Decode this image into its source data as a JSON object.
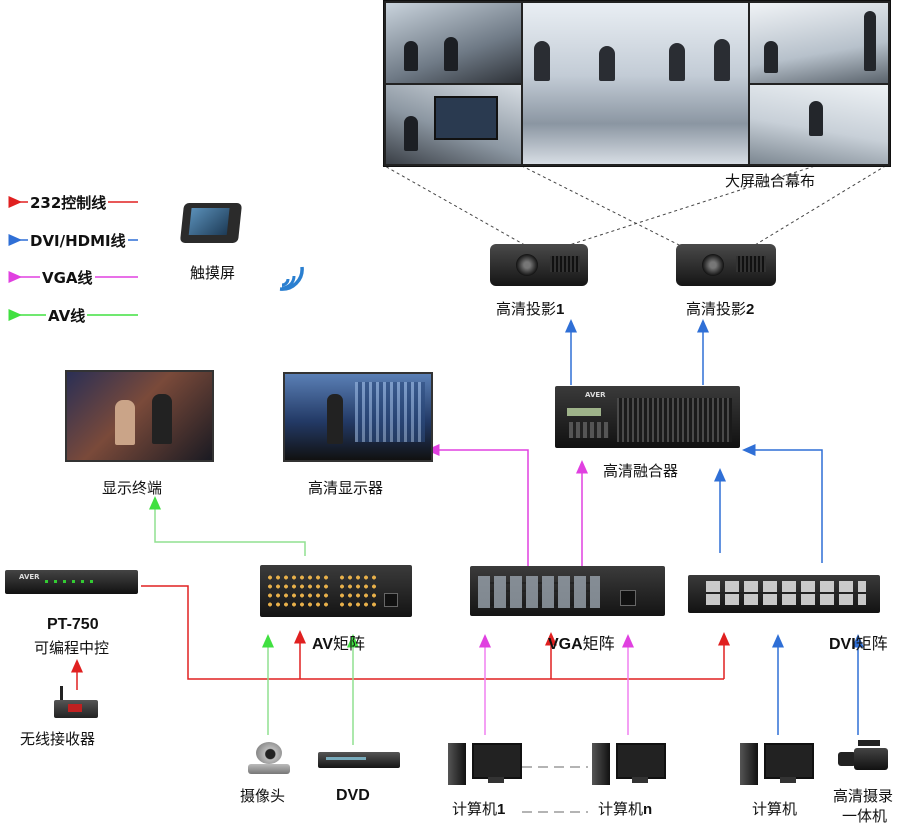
{
  "legend": [
    {
      "label": "232控制线",
      "color": "#e02020"
    },
    {
      "label": "DVI/HDMI线",
      "color": "#2f6fd6"
    },
    {
      "label": "VGA线",
      "color": "#e040e0"
    },
    {
      "label": "AV线",
      "color": "#40e040"
    }
  ],
  "labels": {
    "fusion_screen": "大屏融合幕布",
    "touch_screen": "触摸屏",
    "projector1": "高清投影",
    "projector1_num": "1",
    "projector2": "高清投影",
    "projector2_num": "2",
    "fusion_device": "高清融合器",
    "display_terminal": "显示终端",
    "hd_display": "高清显示器",
    "pt750_model": "PT-750",
    "pt750_desc": "可编程中控",
    "wireless_receiver": "无线接收器",
    "av_matrix_prefix": "AV",
    "av_matrix": "矩阵",
    "vga_matrix_prefix": "VGA",
    "vga_matrix": "矩阵",
    "dvi_matrix_prefix": "DVI",
    "dvi_matrix": "矩阵",
    "camera": "摄像头",
    "dvd": "DVD",
    "computer1": "计算机",
    "computer1_num": "1",
    "computern": "计算机",
    "computern_num": "n",
    "computer": "计算机",
    "camcorder_line1": "高清摄录",
    "camcorder_line2": "一体机"
  },
  "device_badges": {
    "fusion": "AVER",
    "pt750": "AVER"
  },
  "colors": {
    "control": "#e02020",
    "dvi": "#2f6fd6",
    "vga": "#e040e0",
    "av": "#40e040",
    "device_dark": "#2a2a2a"
  }
}
